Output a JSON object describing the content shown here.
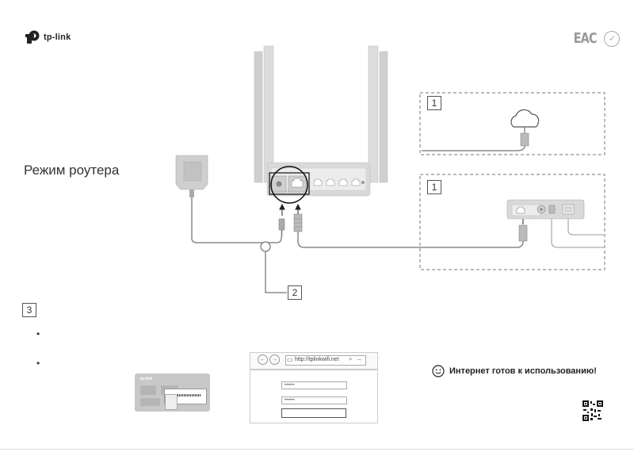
{
  "brand": {
    "name": "tp-link"
  },
  "certification": {
    "eac": "EAC",
    "mark_icon": "check-circle-icon"
  },
  "mode_title": "Режим роутера",
  "steps": {
    "internet": "1",
    "modem": "1",
    "power": "2",
    "connect": "3"
  },
  "browser": {
    "url": "http://tplinkwifi.net",
    "password_mask": "••••••",
    "confirm_mask": "••••••"
  },
  "label_card": {
    "brand": "tp-link"
  },
  "status": {
    "ready_text": "Интернет готов к использованию!"
  },
  "colors": {
    "gray": "#cccccc",
    "dark": "#555555",
    "cable": "#8a8a8a",
    "dash": "#777777"
  }
}
